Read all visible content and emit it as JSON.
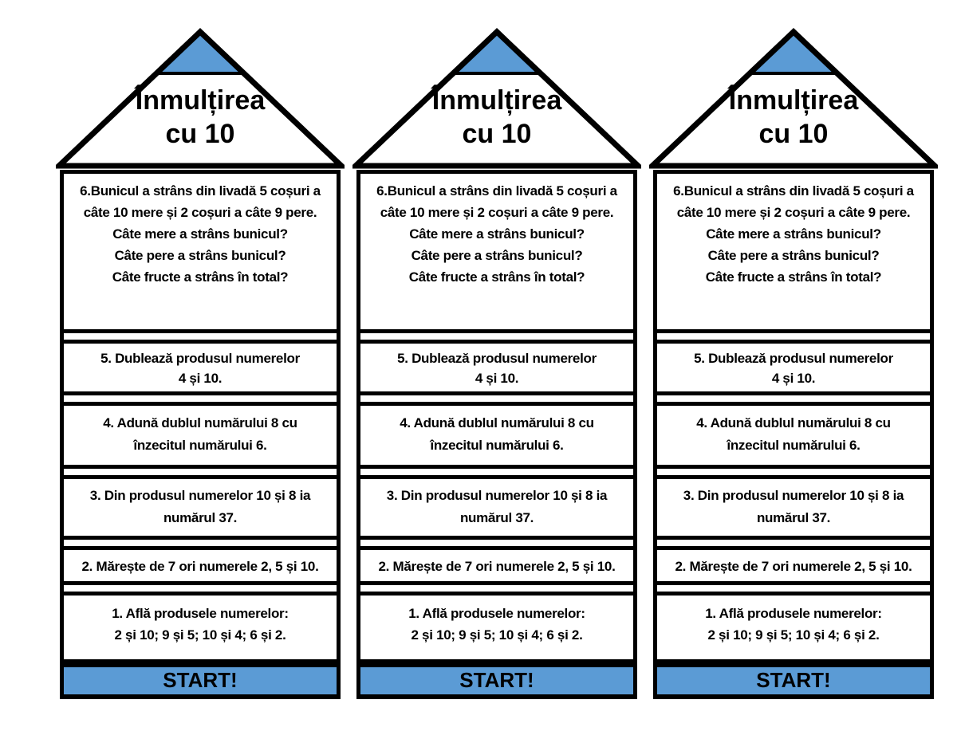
{
  "colors": {
    "accent_blue": "#5b9bd5",
    "outline_black": "#000000"
  },
  "houses": [
    {
      "title_line1": "Înmulțirea",
      "title_line2": "cu 10",
      "tasks": [
        {
          "lines": [
            "6.Bunicul a strâns din livadă 5 coșuri a",
            "câte 10 mere și 2 coșuri a câte 9 pere.",
            "Câte mere a strâns bunicul?",
            "Câte pere a strâns bunicul?",
            "Câte fructe a strâns în total?"
          ]
        },
        {
          "lines": [
            "5. Dublează produsul numerelor",
            "4 și 10."
          ]
        },
        {
          "lines": [
            "4. Adună dublul numărului 8 cu",
            "înzecitul numărului 6."
          ]
        },
        {
          "lines": [
            "3. Din produsul numerelor 10 și 8 ia",
            "numărul 37."
          ]
        },
        {
          "lines": [
            "2. Mărește de 7 ori numerele 2, 5 și 10."
          ]
        },
        {
          "lines": [
            "1. Află produsele numerelor:",
            "2 și 10; 9 și 5; 10 și 4; 6 și 2."
          ]
        }
      ],
      "start_label": "START!"
    },
    {
      "title_line1": "Înmulțirea",
      "title_line2": "cu 10",
      "tasks": [
        {
          "lines": [
            "6.Bunicul a strâns din livadă 5 coșuri a",
            "câte 10 mere și 2 coșuri a câte 9 pere.",
            "Câte mere a strâns bunicul?",
            "Câte pere a strâns bunicul?",
            "Câte fructe a strâns în total?"
          ]
        },
        {
          "lines": [
            "5. Dublează produsul numerelor",
            "4 și 10."
          ]
        },
        {
          "lines": [
            "4. Adună dublul numărului 8 cu",
            "înzecitul numărului 6."
          ]
        },
        {
          "lines": [
            "3. Din produsul numerelor 10 și 8 ia",
            "numărul 37."
          ]
        },
        {
          "lines": [
            "2. Mărește de 7 ori numerele 2, 5 și 10."
          ]
        },
        {
          "lines": [
            "1. Află produsele numerelor:",
            "2 și 10; 9 și 5; 10 și 4; 6 și 2."
          ]
        }
      ],
      "start_label": "START!"
    },
    {
      "title_line1": "Înmulțirea",
      "title_line2": "cu 10",
      "tasks": [
        {
          "lines": [
            "6.Bunicul a strâns din livadă 5 coșuri a",
            "câte 10 mere și 2 coșuri a câte 9 pere.",
            "Câte mere a strâns bunicul?",
            "Câte pere a strâns bunicul?",
            "Câte fructe a strâns în total?"
          ]
        },
        {
          "lines": [
            "5. Dublează produsul numerelor",
            "4 și 10."
          ]
        },
        {
          "lines": [
            "4. Adună dublul numărului 8 cu",
            "înzecitul numărului 6."
          ]
        },
        {
          "lines": [
            "3. Din produsul numerelor 10 și 8 ia",
            "numărul 37."
          ]
        },
        {
          "lines": [
            "2. Mărește de 7 ori numerele 2, 5 și 10."
          ]
        },
        {
          "lines": [
            "1. Află produsele numerelor:",
            "2 și 10; 9 și 5; 10 și 4; 6 și 2."
          ]
        }
      ],
      "start_label": "START!"
    }
  ]
}
